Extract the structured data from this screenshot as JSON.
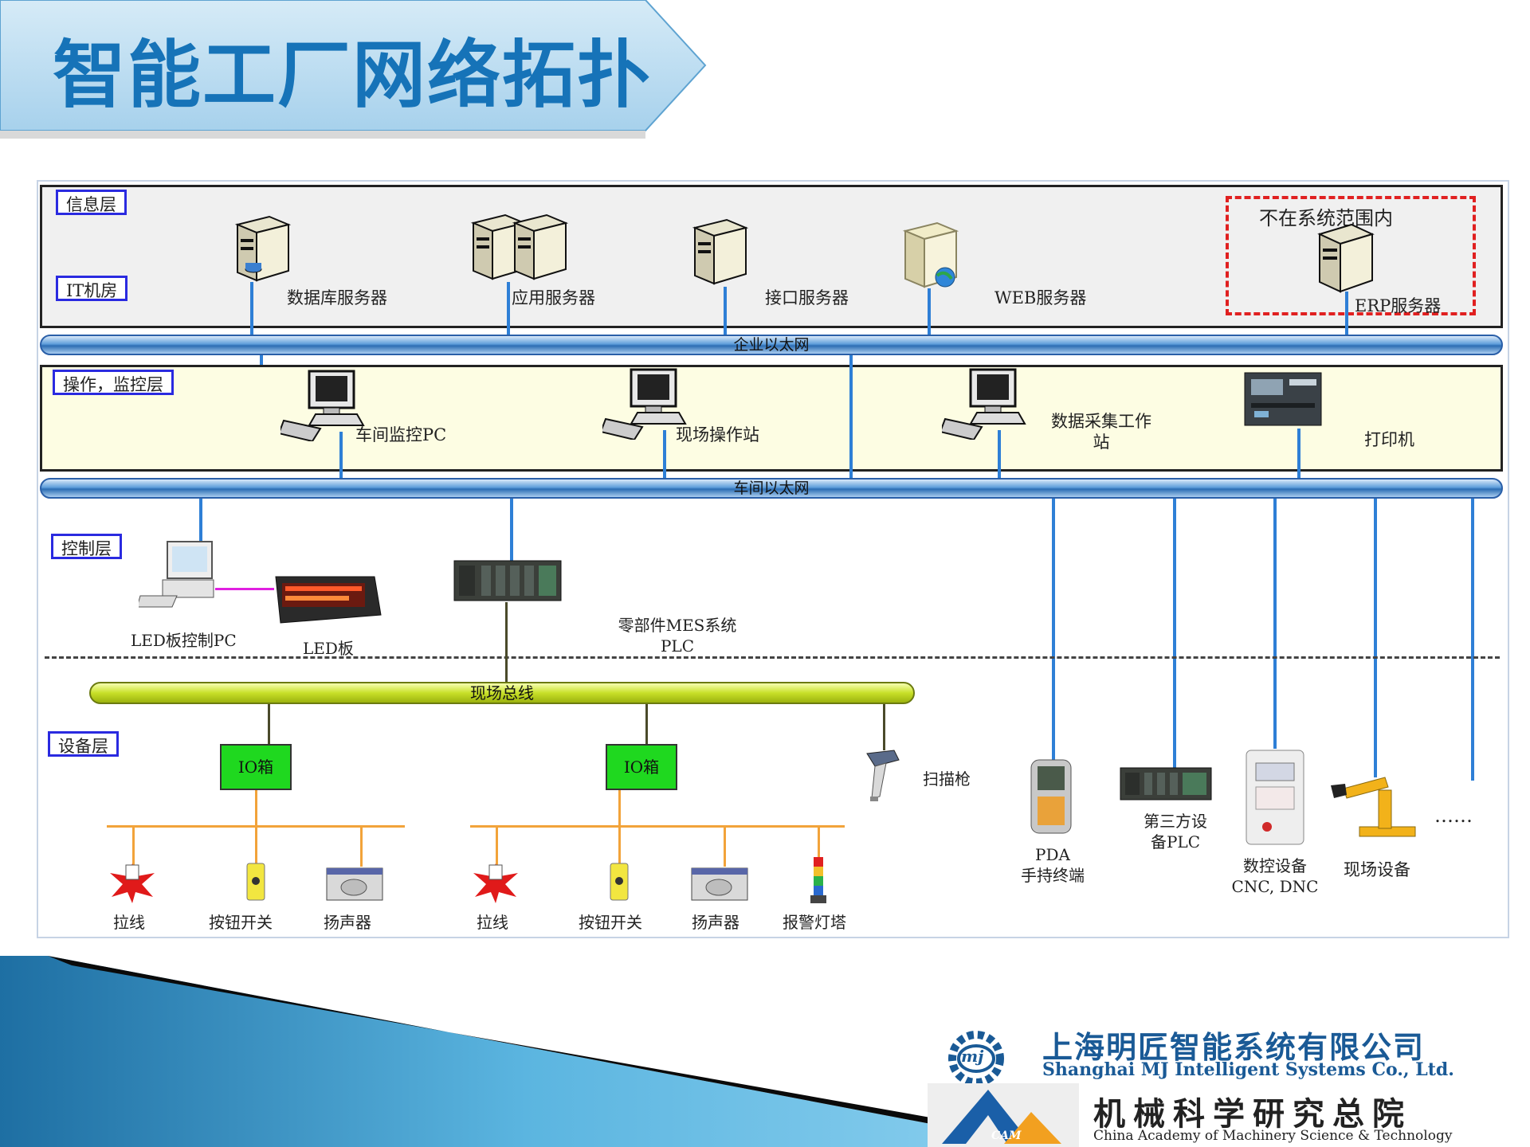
{
  "title": "智能工厂网络拓扑",
  "layers": {
    "info": "信息层",
    "it_room": "IT机房",
    "ops": "操作，监控层",
    "control": "控制层",
    "device": "设备层"
  },
  "out_of_scope": "不在系统范围内",
  "servers": {
    "db": "数据库服务器",
    "app": "应用服务器",
    "interface": "接口服务器",
    "web": "WEB服务器",
    "erp": "ERP服务器"
  },
  "buses": {
    "enterprise": "企业以太网",
    "workshop": "车间以太网",
    "field": "现场总线"
  },
  "ops": {
    "monitor_pc": "车间监控PC",
    "operator": "现场操作站",
    "daq_l1": "数据采集工作",
    "daq_l2": "站",
    "printer": "打印机"
  },
  "control": {
    "led_pc": "LED板控制PC",
    "led_board": "LED板",
    "plc_l1": "零部件MES系统",
    "plc_l2": "PLC"
  },
  "devices": {
    "io_box": "IO箱",
    "pull_wire": "拉线",
    "button": "按钮开关",
    "speaker": "扬声器",
    "alarm_tower": "报警灯塔",
    "scanner": "扫描枪",
    "pda_l1": "PDA",
    "pda_l2": "手持终端",
    "plc3_l1": "第三方设",
    "plc3_l2": "备PLC",
    "cnc_l1": "数控设备",
    "cnc_l2": "CNC, DNC",
    "field_eq": "现场设备",
    "ellipsis": "……"
  },
  "footer": {
    "company_cn": "上海明匠智能系统有限公司",
    "company_en": "Shanghai MJ Intelligent Systems Co., Ltd.",
    "logo_mj": "mj",
    "academy_cn": "机械科学研究总院",
    "academy_en": "China Academy of Machinery Science & Technology",
    "logo_cam": "CAM"
  },
  "colors": {
    "title_blue": "#1673b8",
    "bus_blue": "#2e7fd6",
    "fieldbus_green": "#c8e028",
    "io_green": "#1fd81f",
    "wire_orange": "#f2a33a",
    "erp_dashed_red": "#e02020",
    "tag_border": "#2a2ae0"
  }
}
